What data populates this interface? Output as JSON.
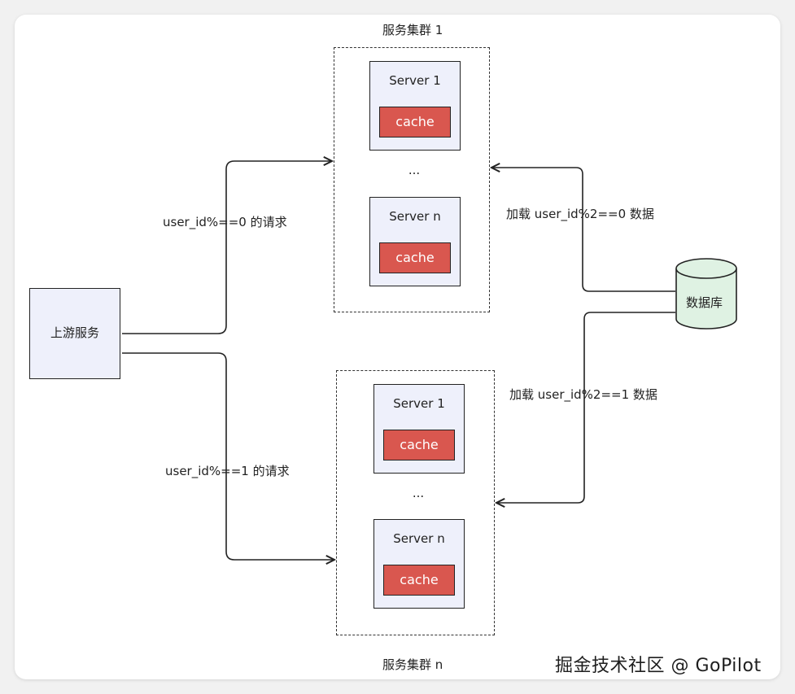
{
  "cluster_top": {
    "title": "服务集群 1",
    "servers": [
      {
        "name": "Server 1",
        "cache": "cache"
      },
      {
        "name": "Server n",
        "cache": "cache"
      }
    ],
    "ellipsis": "..."
  },
  "cluster_bottom": {
    "title": "服务集群 n",
    "servers": [
      {
        "name": "Server 1",
        "cache": "cache"
      },
      {
        "name": "Server n",
        "cache": "cache"
      }
    ],
    "ellipsis": "..."
  },
  "upstream": {
    "label": "上游服务"
  },
  "database": {
    "label": "数据库"
  },
  "edges": {
    "req_even": "user_id%==0 的请求",
    "req_odd": "user_id%==1 的请求",
    "load_even": "加载 user_id%2==0 数据",
    "load_odd": "加载 user_id%2==1 数据"
  },
  "watermark": "掘金技术社区 @ GoPilot",
  "colors": {
    "server_fill": "#eef0fb",
    "cache_fill": "#d9574f",
    "db_fill": "#dff2e3"
  }
}
